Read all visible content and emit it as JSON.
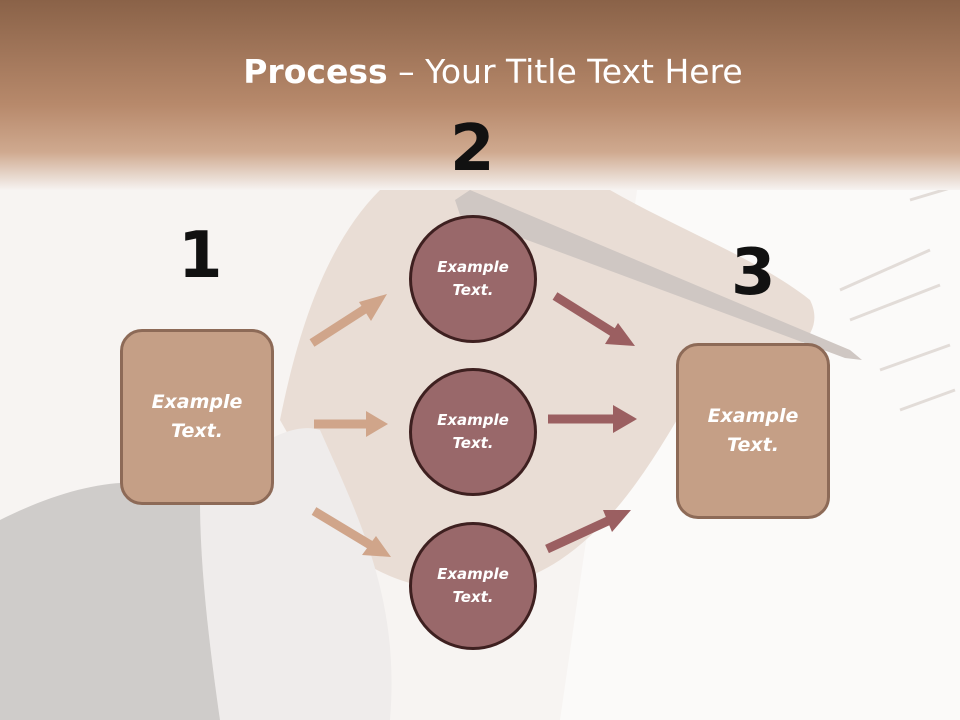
{
  "title": {
    "bold": "Process",
    "rest": " – Your Title Text Here"
  },
  "steps": [
    {
      "number": "1"
    },
    {
      "number": "2"
    },
    {
      "number": "3"
    }
  ],
  "nodes": {
    "left_box": "Example\nText.",
    "circle_top": "Example\nText.",
    "circle_middle": "Example\nText.",
    "circle_bottom": "Example\nText.",
    "right_box": "Example\nText."
  },
  "colors": {
    "header": "#a47458",
    "box_fill": "#c59f86",
    "circle_fill": "#99686a",
    "left_arrows": "#d0a58a",
    "right_arrows": "#9b5f61"
  }
}
